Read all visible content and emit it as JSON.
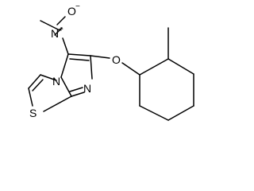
{
  "molecule": {
    "atoms": {
      "nitro_o_top": "O",
      "nitro_o_charge": "−",
      "nitro_n": "N",
      "nitro_n_charge": "+",
      "ring_n_bridge": "N",
      "ring_n_lower": "N",
      "ether_o": "O",
      "ring_s": "S"
    },
    "colors": {
      "bond": "#000000",
      "background": "#ffffff"
    }
  }
}
